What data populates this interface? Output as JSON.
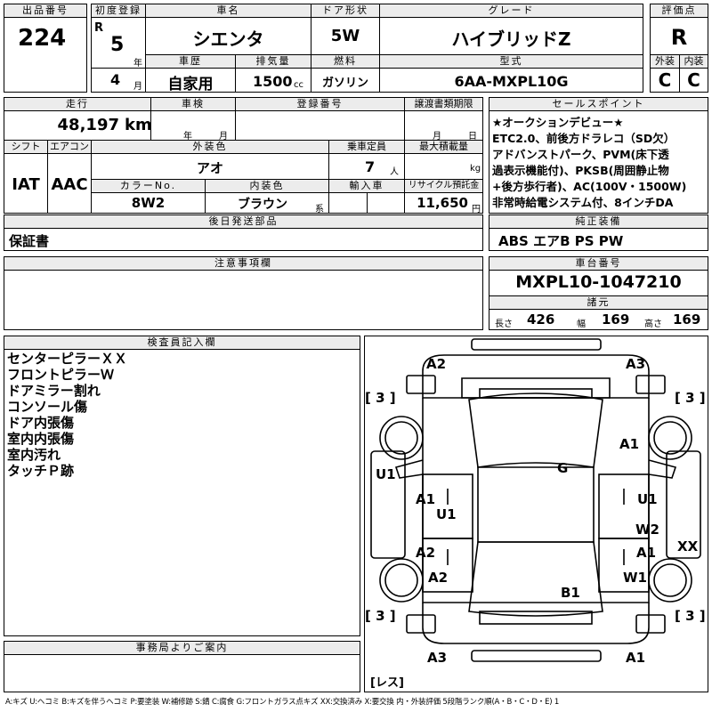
{
  "header": {
    "lot_label": "出品番号",
    "lot_number": "224",
    "first_reg_label": "初度登録",
    "era": "R",
    "year_num": "5",
    "year_unit": "年",
    "month_num": "4",
    "month_unit": "月",
    "car_name_label": "車名",
    "car_name": "シエンタ",
    "door_label": "ドア形状",
    "door": "5W",
    "grade_label": "グレード",
    "grade": "ハイブリッドZ",
    "score_label": "評価点",
    "score": "R",
    "history_label": "車歴",
    "history": "自家用",
    "displacement_label": "排気量",
    "displacement": "1500",
    "displacement_unit": "cc",
    "fuel_label": "燃料",
    "fuel": "ガソリン",
    "model_label": "型式",
    "model": "6AA-MXPL10G",
    "ext_score_label": "外装",
    "ext_score": "C",
    "int_score_label": "内装",
    "int_score": "C"
  },
  "row2": {
    "mileage_label": "走行",
    "mileage": "48,197",
    "mileage_unit": "km",
    "inspection_label": "車検",
    "year_unit": "年",
    "month_unit": "月",
    "reg_number_label": "登録番号",
    "transfer_deadline_label": "譲渡書類期限",
    "tmonth_unit": "月",
    "tday_unit": "日",
    "shift_label": "シフト",
    "shift": "IAT",
    "ac_label": "エアコン",
    "ac": "AAC",
    "ext_color_label": "外装色",
    "ext_color": "アオ",
    "capacity_label": "乗車定員",
    "capacity": "7",
    "capacity_unit": "人",
    "max_load_label": "最大積載量",
    "max_load_unit": "kg",
    "color_no_label": "カラーNo.",
    "color_no": "8W2",
    "int_color_label": "内装色",
    "int_color": "ブラウン",
    "int_color_unit": "系",
    "import_label": "輸入車",
    "recycle_label": "リサイクル預託金",
    "recycle": "11,650",
    "recycle_unit": "円",
    "later_parts_label": "後日発送部品",
    "later_parts": "保証書"
  },
  "sales": {
    "title": "セールスポイント",
    "lines": [
      "★オークションデビュー★",
      "ETC2.0、前後方ドラレコ（SD欠）",
      "アドバンストパーク、PVM(床下透",
      "過表示機能付)、PKSB(周囲静止物",
      "+後方歩行者)、AC(100V・1500W)",
      "非常時給電システム付、8インチDA"
    ]
  },
  "equipment": {
    "title": "純正装備",
    "value": "ABS エアB PS PW"
  },
  "notes": {
    "title": "注意事項欄"
  },
  "chassis": {
    "title": "車台番号",
    "value": "MXPL10-1047210",
    "spec_title": "諸元",
    "length_label": "長さ",
    "length": "426",
    "width_label": "幅",
    "width": "169",
    "height_label": "高さ",
    "height": "169"
  },
  "inspector": {
    "title": "検査員記入欄",
    "lines": [
      "センターピラーＸＸ",
      "フロントピラーＷ",
      "ドアミラー割れ",
      "コンソール傷",
      "ドア内張傷",
      "室内内張傷",
      "室内汚れ",
      "タッチＰ跡"
    ]
  },
  "office": {
    "title": "事務局よりご案内"
  },
  "diagram": {
    "damage": {
      "top_left": "A2",
      "top_right": "A3",
      "tire_fl": "[ 3 ]",
      "tire_fr": "[ 3 ]",
      "tire_rl": "[ 3 ]",
      "tire_rr": "[ 3 ]",
      "right_fender": "A1",
      "left_fender": "U1",
      "glass": "G",
      "left_front_door_a": "A1",
      "left_front_door_u": "U1",
      "right_front_door": "U1",
      "right_pillar": "W2",
      "right_rear_door": "A1",
      "left_rear_door": "A2",
      "left_quarter": "A2",
      "right_center": "XX",
      "right_quarter": "W1",
      "rear_glass": "B1",
      "bottom_left": "A3",
      "bottom_right": "A1",
      "bottom_note": "[レス]"
    }
  },
  "legend": "A:キズ U:ヘコミ B:キズを伴うヘコミ P:要塗装 W:補修跡 S:錆 C:腐食 G:フロントガラス点キズ XX:交換済み X:要交換 内・外装評価 5段階ランク順(A・B・C・D・E) 1"
}
